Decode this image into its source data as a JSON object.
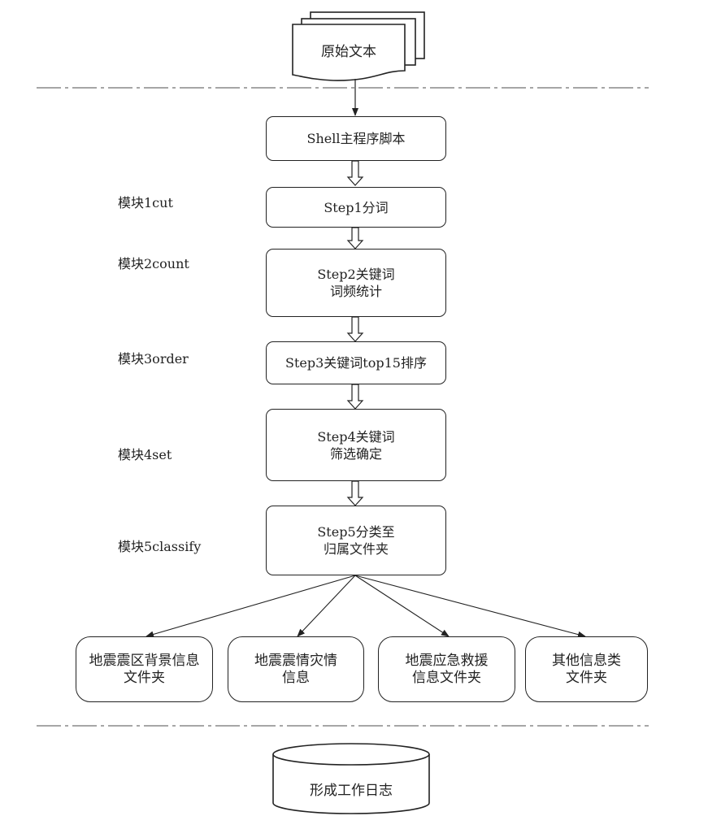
{
  "source_doc": "原始文本",
  "main_script": "Shell主程序脚本",
  "steps": [
    {
      "module": "模块1cut",
      "text": "Step1分词"
    },
    {
      "module": "模块2count",
      "text": "Step2关键词\n词频统计"
    },
    {
      "module": "模块3order",
      "text": "Step3关键词top15排序"
    },
    {
      "module": "模块4set",
      "text": "Step4关键词\n筛选确定"
    },
    {
      "module": "模块5classify",
      "text": "Step5分类至\n归属文件夹"
    }
  ],
  "folders": [
    "地震震区背景信息\n文件夹",
    "地震震情灾情\n信息",
    "地震应急救援\n信息文件夹",
    "其他信息类\n文件夹"
  ],
  "log": "形成工作日志"
}
